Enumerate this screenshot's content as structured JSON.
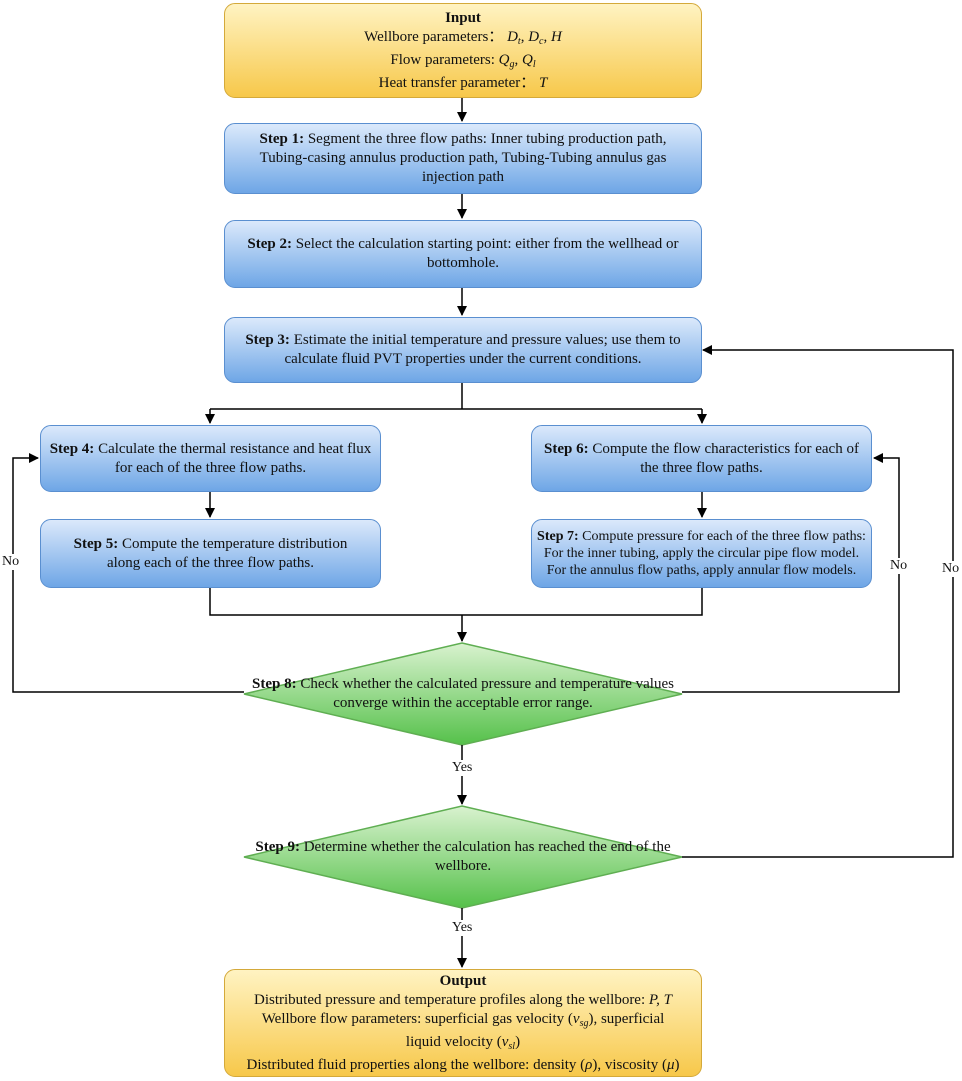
{
  "input": {
    "title": "Input",
    "wellbore_label": "Wellbore parameters：",
    "flow_label": "Flow parameters: ",
    "heat_label": "Heat transfer parameter：",
    "D": "D",
    "t": "t",
    "c": "c",
    "H": "H",
    "Q": "Q",
    "g": "g",
    "l": "l",
    "T": "T"
  },
  "steps": {
    "s1": {
      "label": "Step 1:",
      "text": "Segment the three flow paths: Inner tubing production path, Tubing-casing annulus production path, Tubing-Tubing annulus gas injection path"
    },
    "s2": {
      "label": "Step 2:",
      "text": "Select the calculation starting point: either from the wellhead or bottomhole."
    },
    "s3": {
      "label": "Step 3:",
      "text": "Estimate the initial temperature and pressure values; use them to calculate fluid PVT properties under the current conditions."
    },
    "s4": {
      "label": "Step 4:",
      "text": "Calculate the thermal resistance and heat flux for each of the three flow paths."
    },
    "s5": {
      "label": "Step 5:",
      "text": "Compute the temperature distribution along each of the three flow paths."
    },
    "s6": {
      "label": "Step 6:",
      "text": "Compute the flow characteristics for each of the three flow paths."
    },
    "s7": {
      "label": "Step 7:",
      "text": "Compute pressure for each of the three flow paths: For the inner tubing, apply the circular pipe flow model. For the annulus flow paths, apply annular flow models."
    },
    "s8": {
      "label": "Step 8:",
      "text": "Check whether the calculated pressure and temperature values converge within the acceptable error range."
    },
    "s9": {
      "label": "Step 9:",
      "text": "Determine whether the calculation has reached the end of the wellbore."
    }
  },
  "edge_labels": {
    "no": "No",
    "yes": "Yes"
  },
  "output": {
    "title": "Output",
    "l1": "Distributed pressure and temperature profiles along the wellbore: ",
    "l1_vars": "P, T",
    "l2a": "Wellbore flow parameters: superficial gas velocity (",
    "l2b": "), superficial",
    "l3a": "liquid velocity (",
    "l3b": ")",
    "v": "v",
    "sg": "sg",
    "sl": "sl",
    "l4a": "Distributed fluid properties along the wellbore: density (",
    "rho": "ρ",
    "l4b": "), viscosity (",
    "mu": "μ",
    "l4c": ")"
  },
  "colors": {
    "yellow_top": "#fff3c2",
    "yellow_bottom": "#f7c84a",
    "blue_top": "#dbe9fb",
    "blue_bottom": "#6ea6e6",
    "green_top": "#d9f2cf",
    "green_bottom": "#55c14a"
  }
}
